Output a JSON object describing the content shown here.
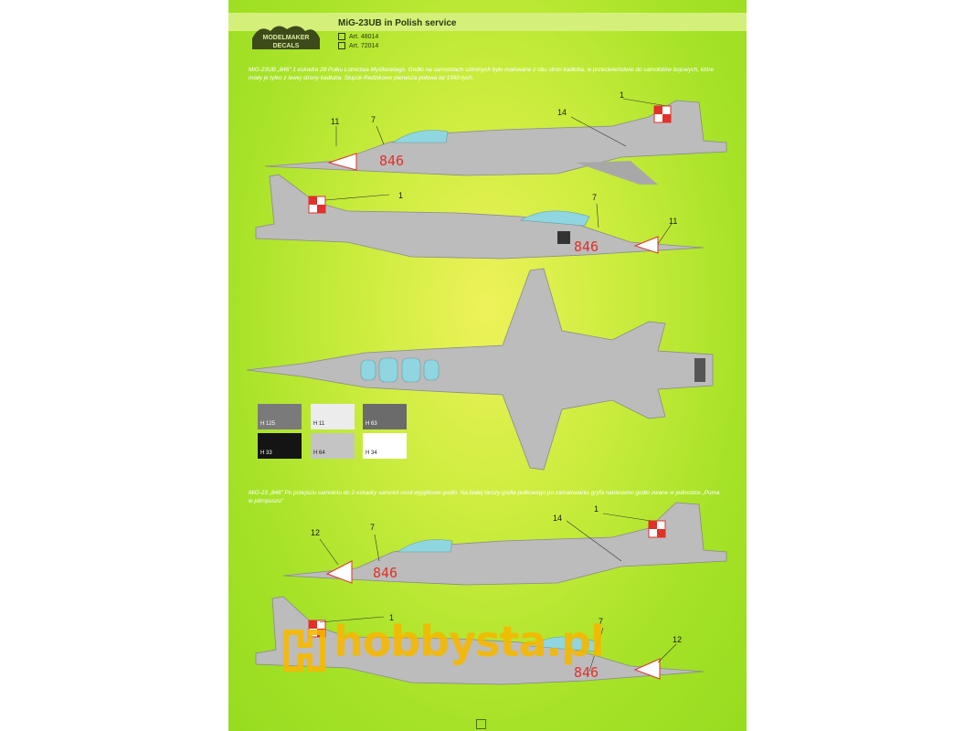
{
  "header": {
    "title": "MiG-23UB in Polish service",
    "art_numbers": [
      "Art. 48014",
      "Art. 72014"
    ],
    "logo_text_top": "MODELMAKER",
    "logo_text_bottom": "DECALS"
  },
  "descriptions": {
    "first": "MiG-23UB „846” 1 eskadra 28 Pułku Lotnictwa Myśliwskiego. Godło na samolotach szkolnych było malowane z obu stron kadłuba, w przeciwieństwie do samolotów bojowych, które miały je tylko z lewej strony kadłuba. Słupsk-Redzikowo pierwsza połowa lat 1990-tych.",
    "second": "MiG-23 „846” Po przejściu samolotu do 2 eskadry samolot nosił wyjątkowe godło. Na białej tarczy godła pułkowego po zamalowaniu gryfa naniesiono godło zwane w jednostce „Puma w pitropuszu”"
  },
  "serial": "846",
  "callouts": [
    "1",
    "7",
    "11",
    "12",
    "14"
  ],
  "swatches": [
    {
      "label": "H 125",
      "color": "#7a7a7a"
    },
    {
      "label": "H 11",
      "color": "#ececec"
    },
    {
      "label": "H 63",
      "color": "#6b6b6b"
    },
    {
      "label": "H 33",
      "color": "#141414"
    },
    {
      "label": "H 64",
      "color": "#c4c4c4"
    },
    {
      "label": "H 34",
      "color": "#ffffff"
    }
  ],
  "watermark": "hobbysta.pl",
  "colors": {
    "aircraft_grey": "#bcbcbc",
    "serial_red": "#e0312b",
    "canopy_blue": "#8fd6e0",
    "text_dark": "#2b3a10"
  }
}
